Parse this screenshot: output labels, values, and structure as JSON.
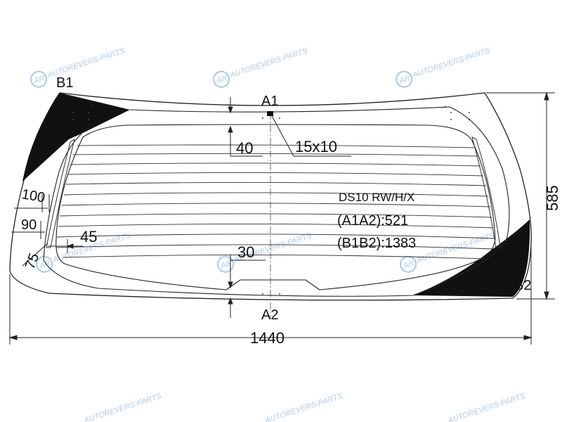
{
  "labels": {
    "a1": "A1",
    "a2": "A2",
    "b1": "B1",
    "b2": "B2",
    "code": "DS10 RW/H/X",
    "a1a2": "(A1A2):521",
    "b1b2": "(B1B2):1383",
    "mark_size": "15x10"
  },
  "dimensions": {
    "width": "1440",
    "height": "585",
    "top_offset": "40",
    "bottom_offset": "30",
    "left_100": "100",
    "left_90": "90",
    "left_75": "75",
    "left_45": "45"
  },
  "watermark": {
    "text": "AUTOREVERS-PARTS",
    "logo": "AR"
  },
  "colors": {
    "line": "#222222",
    "ceramic": "#111111",
    "watermark": "#6aa6d8"
  }
}
